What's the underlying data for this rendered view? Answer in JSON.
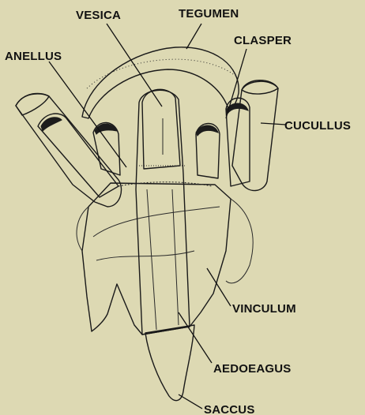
{
  "colors": {
    "background": "#ddd9b3",
    "ink": "#111111",
    "stipple": "#3a3a2a"
  },
  "labels": {
    "vesica": "VESICA",
    "tegumen": "TEGUMEN",
    "clasper": "CLASPER",
    "anellus": "ANELLUS",
    "cucullus": "CUCULLUS",
    "vinculum": "VINCULUM",
    "aedoeagus": "AEDOEAGUS",
    "saccus": "SACCUS"
  }
}
